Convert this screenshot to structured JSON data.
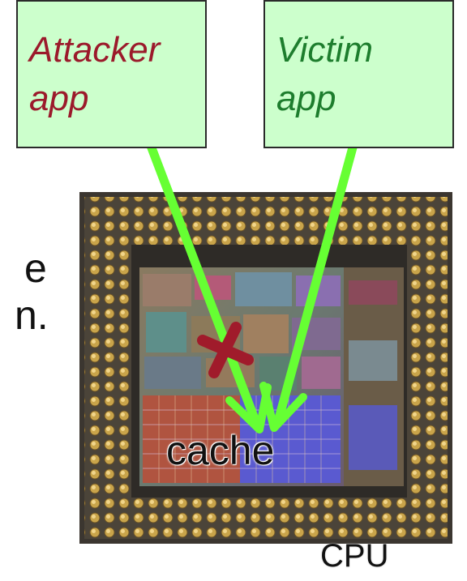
{
  "boxes": {
    "attacker": {
      "label": "Attacker\napp",
      "color": "#9b1a2b",
      "fill": "#ccffcc"
    },
    "victim": {
      "label": "Victim\napp",
      "color": "#1d7d2d",
      "fill": "#ccffcc"
    }
  },
  "side_text": [
    "e",
    "n."
  ],
  "cache_label": "cache",
  "cpu_label": "CPU",
  "colors": {
    "arrow": "#66ff33",
    "blocked_cross": "#a01b2b",
    "chip_package": "#3b3630",
    "chip_pins": "#c9a44a",
    "die": "#7a6a55"
  }
}
